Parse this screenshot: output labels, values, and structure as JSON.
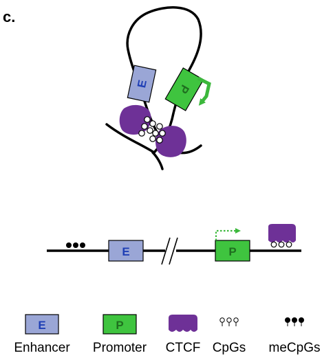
{
  "panel_label": "c.",
  "colors": {
    "enhancer_fill": "#9aa6d6",
    "enhancer_text": "#1f3fb5",
    "promoter_fill": "#3fc43f",
    "promoter_text": "#1f6e1f",
    "ctcf_fill": "#6e3197",
    "arrow_green": "#3cb83c",
    "line": "#000000"
  },
  "loop_diagram": {
    "enhancer_letter": "E",
    "promoter_letter": "P"
  },
  "linear_diagram": {
    "enhancer_letter": "E",
    "promoter_letter": "P",
    "break_marks": "//"
  },
  "legend": {
    "items": [
      {
        "name": "enhancer",
        "symbol_text": "E",
        "label": "Enhancer"
      },
      {
        "name": "promoter",
        "symbol_text": "P",
        "label": "Promoter"
      },
      {
        "name": "ctcf",
        "symbol_text": "",
        "label": "CTCF"
      },
      {
        "name": "cpgs",
        "symbol_text": "",
        "label": "CpGs"
      },
      {
        "name": "mecpgs",
        "symbol_text": "",
        "label": "meCpGs"
      }
    ]
  }
}
